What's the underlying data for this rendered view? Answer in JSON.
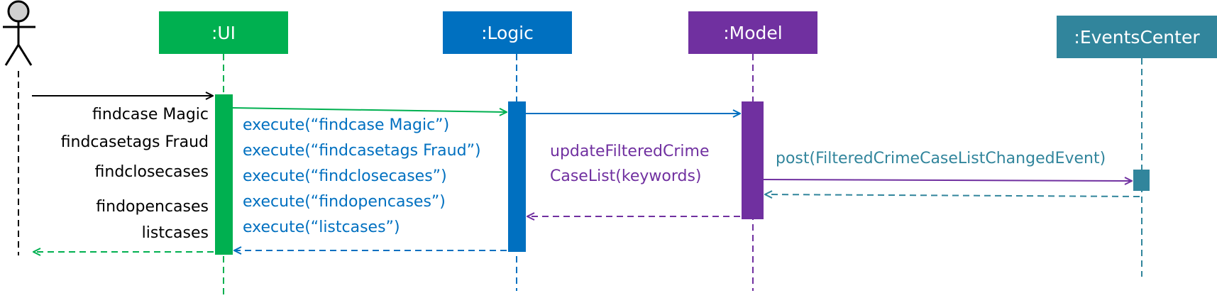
{
  "participants": {
    "ui": ":UI",
    "logic": ":Logic",
    "model": ":Model",
    "events_center": ":EventsCenter"
  },
  "user_commands": [
    "findcase Magic",
    "findcasetags Fraud",
    "findclosecases",
    "findopencases",
    "listcases"
  ],
  "logic_calls": [
    "execute(“findcase Magic”)",
    "execute(“findcasetags Fraud”)",
    "execute(“findclosecases”)",
    "execute(“findopencases”)",
    "execute(“listcases”)"
  ],
  "model_call": [
    "updateFilteredCrime",
    "CaseList(keywords)"
  ],
  "event_post": "post(FilteredCrimeCaseListChangedEvent)",
  "colors": {
    "ui": "#00b050",
    "logic": "#0070c0",
    "model": "#7030a0",
    "events_center": "#31859c",
    "actor": "#000000"
  }
}
